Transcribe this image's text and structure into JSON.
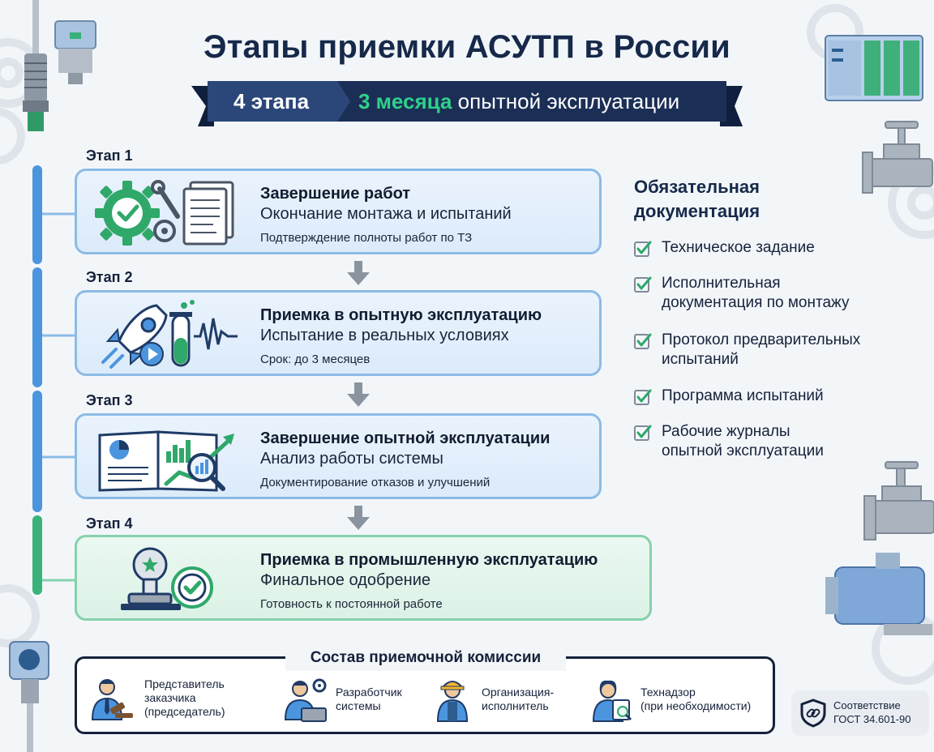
{
  "title": "Этапы приемки АСУТП в России",
  "ribbon": {
    "stages_count": "4 этапа",
    "months_bold": "3 месяца",
    "months_rest": "опытной эксплуатации"
  },
  "stages": [
    {
      "label": "Этап 1",
      "title": "Завершение работ",
      "subtitle": "Окончание монтажа и испытаний",
      "note": "Подтверждение полноты работ по ТЗ"
    },
    {
      "label": "Этап 2",
      "title": "Приемка в опытную эксплуатацию",
      "subtitle": "Испытание в реальных условиях",
      "note": "Срок: до 3 месяцев"
    },
    {
      "label": "Этап 3",
      "title": "Завершение опытной эксплуатации",
      "subtitle": "Анализ работы системы",
      "note": "Документирование отказов и улучшений"
    },
    {
      "label": "Этап 4",
      "title": "Приемка в промышленную эксплуатацию",
      "subtitle": "Финальное одобрение",
      "note": "Готовность к постоянной работе"
    }
  ],
  "documentation": {
    "title_line1": "Обязательная",
    "title_line2": "документация",
    "items": [
      {
        "line1": "Техническое задание",
        "line2": ""
      },
      {
        "line1": "Исполнительная",
        "line2": "документация по монтажу"
      },
      {
        "line1": "Протокол предварительных",
        "line2": "испытаний"
      },
      {
        "line1": "Программа испытаний",
        "line2": ""
      },
      {
        "line1": "Рабочие журналы",
        "line2": "опытной эксплуатации"
      }
    ]
  },
  "committee": {
    "title": "Состав приемочной комиссии",
    "members": [
      {
        "line1": "Представитель",
        "line2": "заказчика",
        "line3": "(председатель)",
        "icon": "judge-icon"
      },
      {
        "line1": "Разработчик",
        "line2": "системы",
        "line3": "",
        "icon": "developer-icon"
      },
      {
        "line1": "Организация-",
        "line2": "исполнитель",
        "line3": "",
        "icon": "worker-icon"
      },
      {
        "line1": "Технадзор",
        "line2": "(при необходимости)",
        "line3": "",
        "icon": "inspector-icon"
      }
    ]
  },
  "gost": {
    "line1": "Соответствие",
    "line2": "ГОСТ 34.601-90",
    "icon": "shield-link-icon"
  },
  "colors": {
    "navy": "#16294a",
    "blue": "#4a90d9",
    "green": "#2fa86a",
    "accent_green": "#2fd08a"
  }
}
